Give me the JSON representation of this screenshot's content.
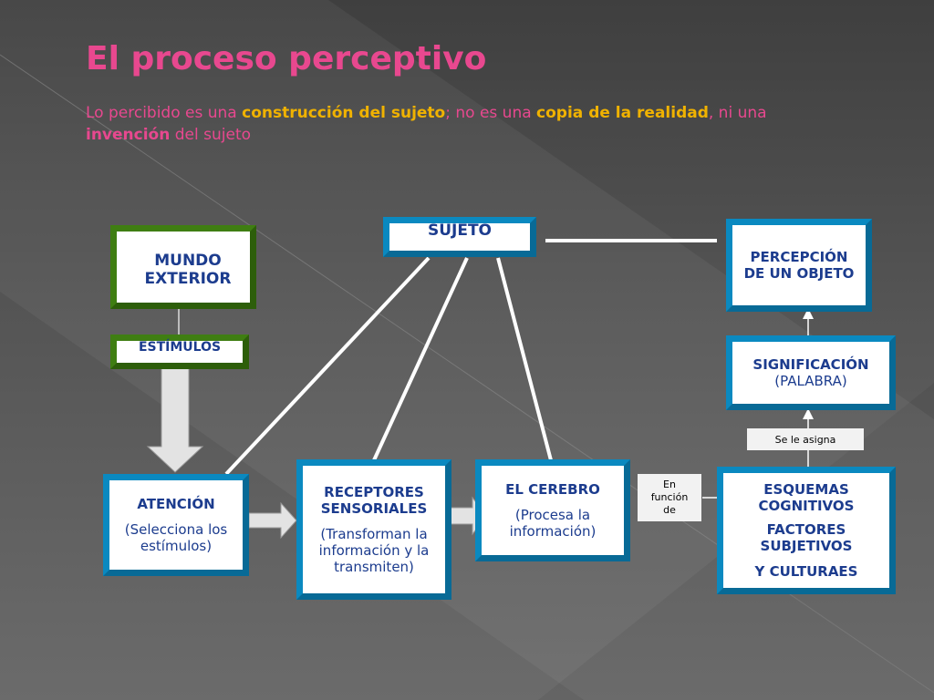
{
  "slide": {
    "title": "El proceso perceptivo",
    "subtitle": {
      "p1": "Lo percibido es una ",
      "h1": "construcción del sujeto",
      "p2": "; no es una ",
      "h2": "copia de la realidad",
      "p3": ", ni una ",
      "h3": "invención",
      "p4": " del sujeto"
    }
  },
  "diagram": {
    "mundo_exterior": "MUNDO EXTERIOR",
    "estimulos": "ESTÍMULOS",
    "sujeto": "SUJETO",
    "percepcion": "PERCEPCIÓN DE UN OBJETO",
    "significacion": {
      "title": "SIGNIFICACIÓN",
      "detail": "(PALABRA)"
    },
    "se_le_asigna": "Se le asigna",
    "atencion": {
      "title": "ATENCIÓN",
      "detail": "(Selecciona los estímulos)"
    },
    "receptores": {
      "title": "RECEPTORES SENSORIALES",
      "detail": "(Transforman la información y la transmiten)"
    },
    "cerebro": {
      "title": "EL CEREBRO",
      "detail": "(Procesa la información)"
    },
    "en_funcion": "En función de",
    "esquemas": {
      "line1": "ESQUEMAS COGNITIVOS",
      "line2": "FACTORES SUBJETIVOS",
      "line3": "Y CULTURAES"
    }
  },
  "colors": {
    "title": "#e8488f",
    "highlight": "#f0b200",
    "box_blue": "#0a89c0",
    "box_green": "#3f7e12",
    "box_text": "#1c3c8e"
  }
}
